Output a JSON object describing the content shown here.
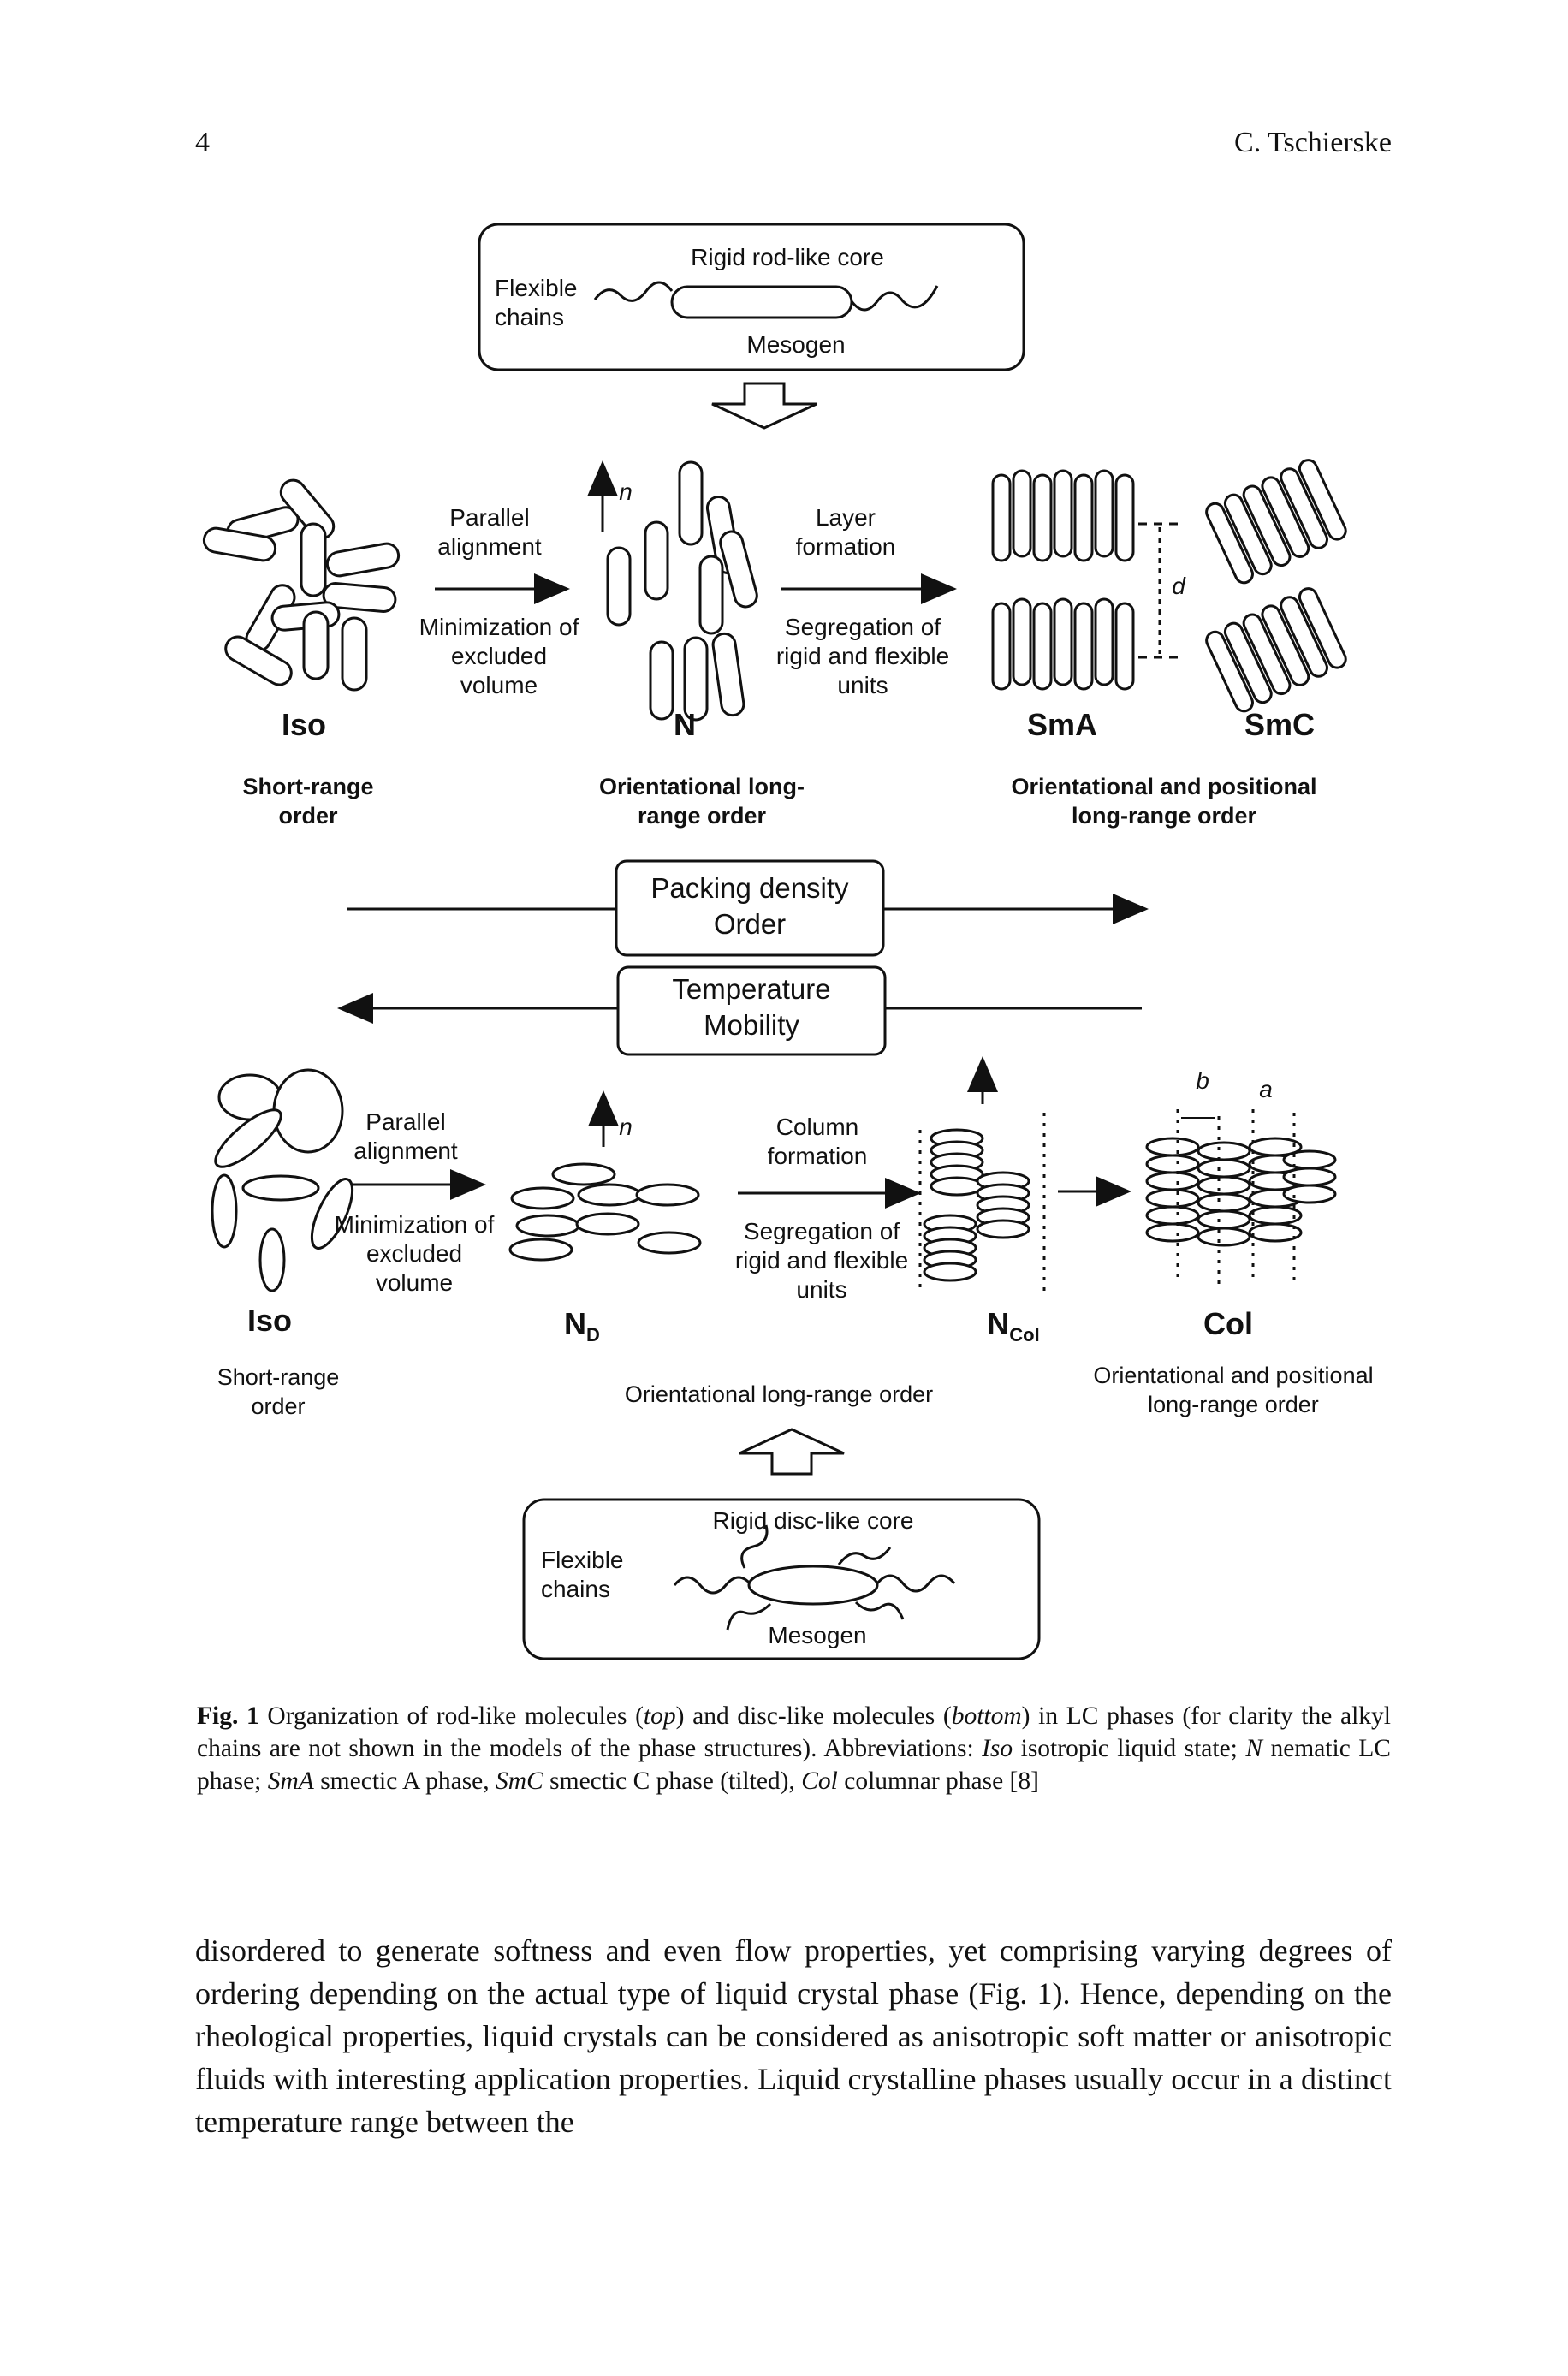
{
  "header": {
    "page_number": "4",
    "author": "C. Tschierske"
  },
  "figure": {
    "rod_mesogen": {
      "flexible_chains": "Flexible chains",
      "core": "Rigid rod-like core",
      "mesogen": "Mesogen"
    },
    "rod_row": {
      "iso": "Iso",
      "iso_order": "Short-range order",
      "parallel_alignment": "Parallel alignment",
      "minimization": "Minimization of excluded volume",
      "n_label": "n",
      "nematic": "N",
      "nematic_order": "Orientational long-range order",
      "layer_formation": "Layer formation",
      "segregation": "Segregation of rigid and flexible units",
      "d_label": "d",
      "sma": "SmA",
      "smc": "SmC",
      "smectic_order": "Orientational and positional long-range order"
    },
    "middle": {
      "packing": "Packing density",
      "order": "Order",
      "temperature": "Temperature",
      "mobility": "Mobility"
    },
    "disc_row": {
      "iso": "Iso",
      "iso_order": "Short-range order",
      "parallel_alignment": "Parallel alignment",
      "minimization": "Minimization of excluded volume",
      "n_label": "n",
      "nd_main": "N",
      "nd_sub": "D",
      "column_formation": "Column formation",
      "segregation": "Segregation of rigid and flexible units",
      "ncol_main": "N",
      "ncol_sub": "Col",
      "col": "Col",
      "orientational_order": "Orientational long-range order",
      "col_order": "Orientational and positional long-range order",
      "a_label": "a",
      "b_label": "b"
    },
    "disc_mesogen": {
      "flexible_chains": "Flexible chains",
      "core": "Rigid disc-like core",
      "mesogen": "Mesogen"
    }
  },
  "caption": {
    "fig_label": "Fig. 1",
    "t1": " Organization of rod-like molecules (",
    "top": "top",
    "t2": ") and disc-like molecules (",
    "bottom": "bottom",
    "t3": ") in LC phases (for clarity the alkyl chains are not shown in the models of the phase structures). Abbreviations: ",
    "iso": "Iso",
    "t4": " isotropic liquid state; ",
    "n": "N",
    "t5": " nematic LC phase; ",
    "sma": "SmA",
    "t6": " smectic A phase, ",
    "smc": "SmC",
    "t7": " smectic C phase (tilted), ",
    "col": "Col",
    "t8": " columnar phase [8]"
  },
  "body_text": "disordered to generate softness and even flow properties, yet comprising varying degrees of ordering depending on the actual type of liquid crystal phase (Fig. 1). Hence, depending on the rheological properties, liquid crystals can be considered as anisotropic soft matter or anisotropic fluids with interesting application properties. Liquid crystalline phases usually occur in a distinct temperature range between the"
}
